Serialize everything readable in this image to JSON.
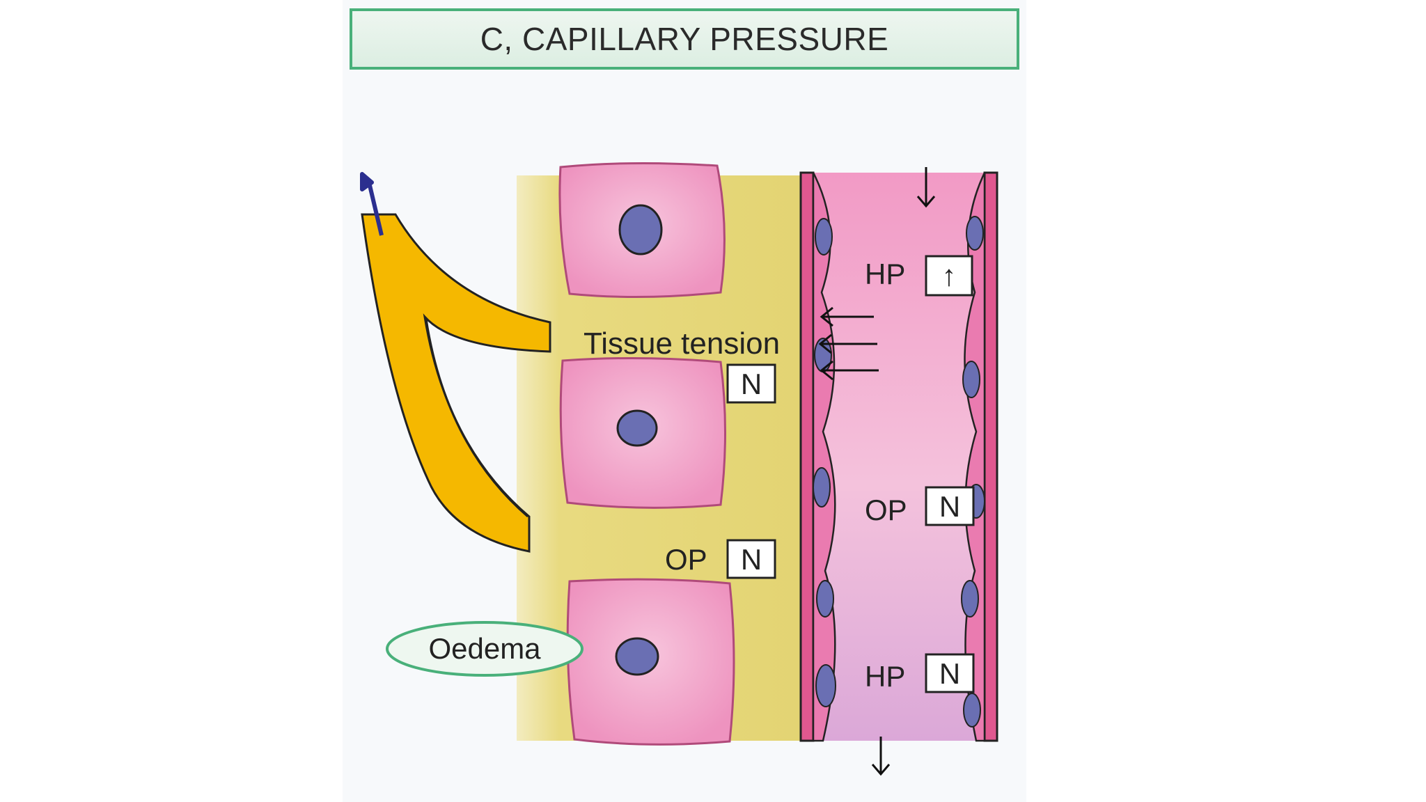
{
  "title": "C, CAPILLARY PRESSURE",
  "labels": {
    "hp_top": "HP",
    "hp_top_value": "↑",
    "tissue_tension": "Tissue tension",
    "tissue_value": "N",
    "op_right": "OP",
    "op_right_value": "N",
    "op_left": "OP",
    "op_left_value": "N",
    "hp_bottom": "HP",
    "hp_bottom_value": "N",
    "oedema": "Oedema"
  },
  "colors": {
    "title_border": "#49b07a",
    "interstitium": "#e6d778",
    "lymphatic": "#f5b800",
    "cell": "#f5a9cc",
    "nucleus": "#6a6fb3",
    "capillary": "#f4b8d6",
    "capillary_wall": "#e0588f",
    "oedema_border": "#49b07a",
    "flow_arrow": "#2b2f8f"
  }
}
